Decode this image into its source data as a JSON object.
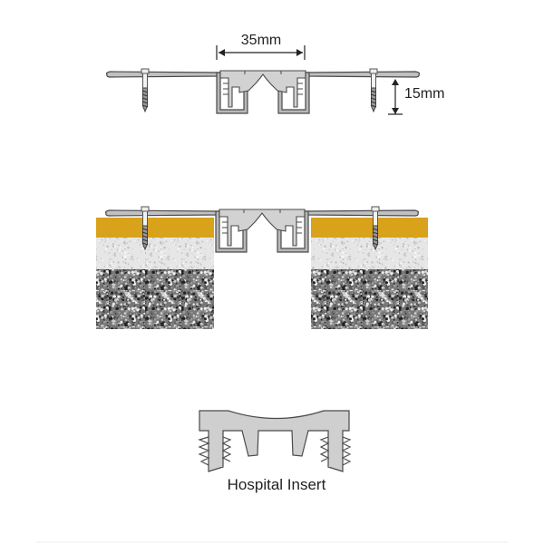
{
  "dimensions": {
    "width_label": "35mm",
    "height_label": "15mm"
  },
  "insert": {
    "caption": "Hospital Insert"
  },
  "colors": {
    "profile_fill": "#c8c8c8",
    "profile_stroke": "#4a4a4a",
    "insert_fill": "#cfcfcf",
    "floor_covering": "#d9a21b",
    "screed": "#e4e4e4",
    "concrete": "#6b6b6b"
  }
}
